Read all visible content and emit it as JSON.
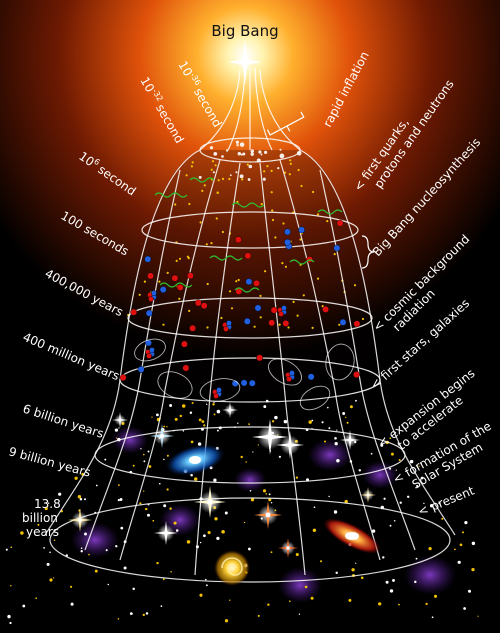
{
  "title": "Big Bang",
  "time_labels": [
    {
      "base": "10",
      "exp": "-32",
      "unit": "second"
    },
    {
      "base": "10",
      "exp": "-36",
      "unit": "second"
    },
    {
      "base": "10",
      "exp": "6",
      "unit": "second"
    },
    {
      "text": "100 seconds"
    },
    {
      "text": "400,000 years"
    },
    {
      "text": "400 million years"
    },
    {
      "text": "6 billion years"
    },
    {
      "text": "9 billion years"
    },
    {
      "lines": [
        "13.8",
        "billion",
        "years"
      ]
    }
  ],
  "event_labels": [
    {
      "lines": [
        "rapid inflation"
      ]
    },
    {
      "lines": [
        "first quarks,",
        "protons and neutrons"
      ]
    },
    {
      "lines": [
        "Big Bang nucleosynthesis"
      ]
    },
    {
      "lines": [
        "cosmic background",
        "radiation"
      ]
    },
    {
      "lines": [
        "first stars, galaxies"
      ]
    },
    {
      "lines": [
        "expansion begins",
        "to accelerate"
      ]
    },
    {
      "lines": [
        "formation of the",
        "Solar System"
      ]
    },
    {
      "lines": [
        "present"
      ]
    }
  ],
  "colors": {
    "glow_core": "#ffffff",
    "glow_mid": "#ff9a1e",
    "glow_outer": "#8a1e00",
    "grid": "#ffffff",
    "proton": "#e01010",
    "neutron": "#1f5fe0",
    "photon": "#2fbf2f",
    "particle": "#f2c200",
    "nebula": "#6a2aa8"
  }
}
